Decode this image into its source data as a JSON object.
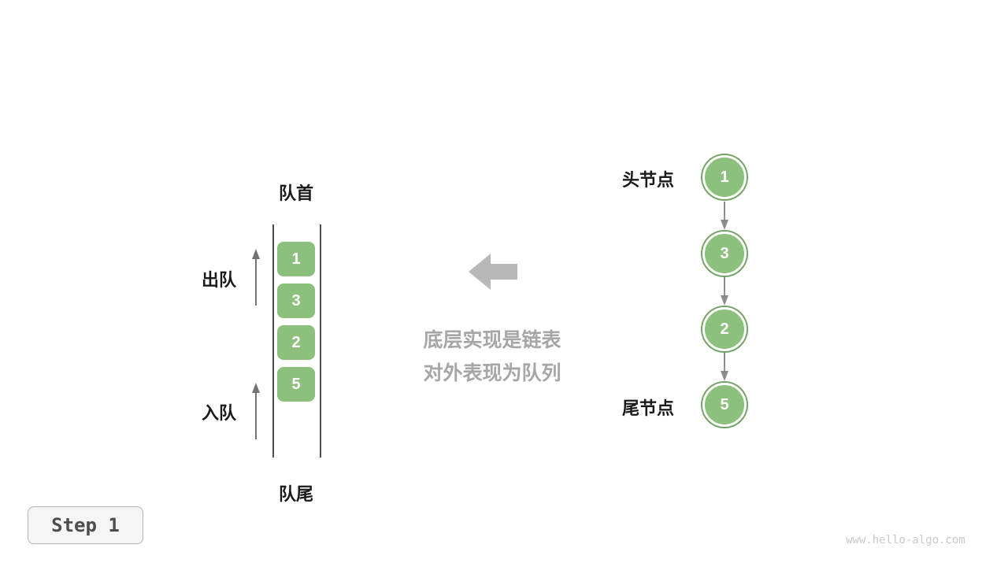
{
  "queue": {
    "front_label": "队首",
    "tail_label": "队尾",
    "dequeue_label": "出队",
    "enqueue_label": "入队",
    "items": [
      "1",
      "3",
      "2",
      "5"
    ]
  },
  "caption": {
    "line1": "底层实现是链表",
    "line2": "对外表现为队列"
  },
  "linked_list": {
    "head_label": "头节点",
    "tail_label": "尾节点",
    "items": [
      "1",
      "3",
      "2",
      "5"
    ]
  },
  "step_badge": {
    "label": "Step 1"
  },
  "watermark": {
    "text": "www.hello-algo.com"
  },
  "colors": {
    "node_fill": "#8CC07C",
    "node_ring": "#74A465",
    "block_arrow_gray": "#B8B8B8",
    "thin_arrow_gray": "#737373",
    "caption_gray": "#A6A6A6"
  }
}
